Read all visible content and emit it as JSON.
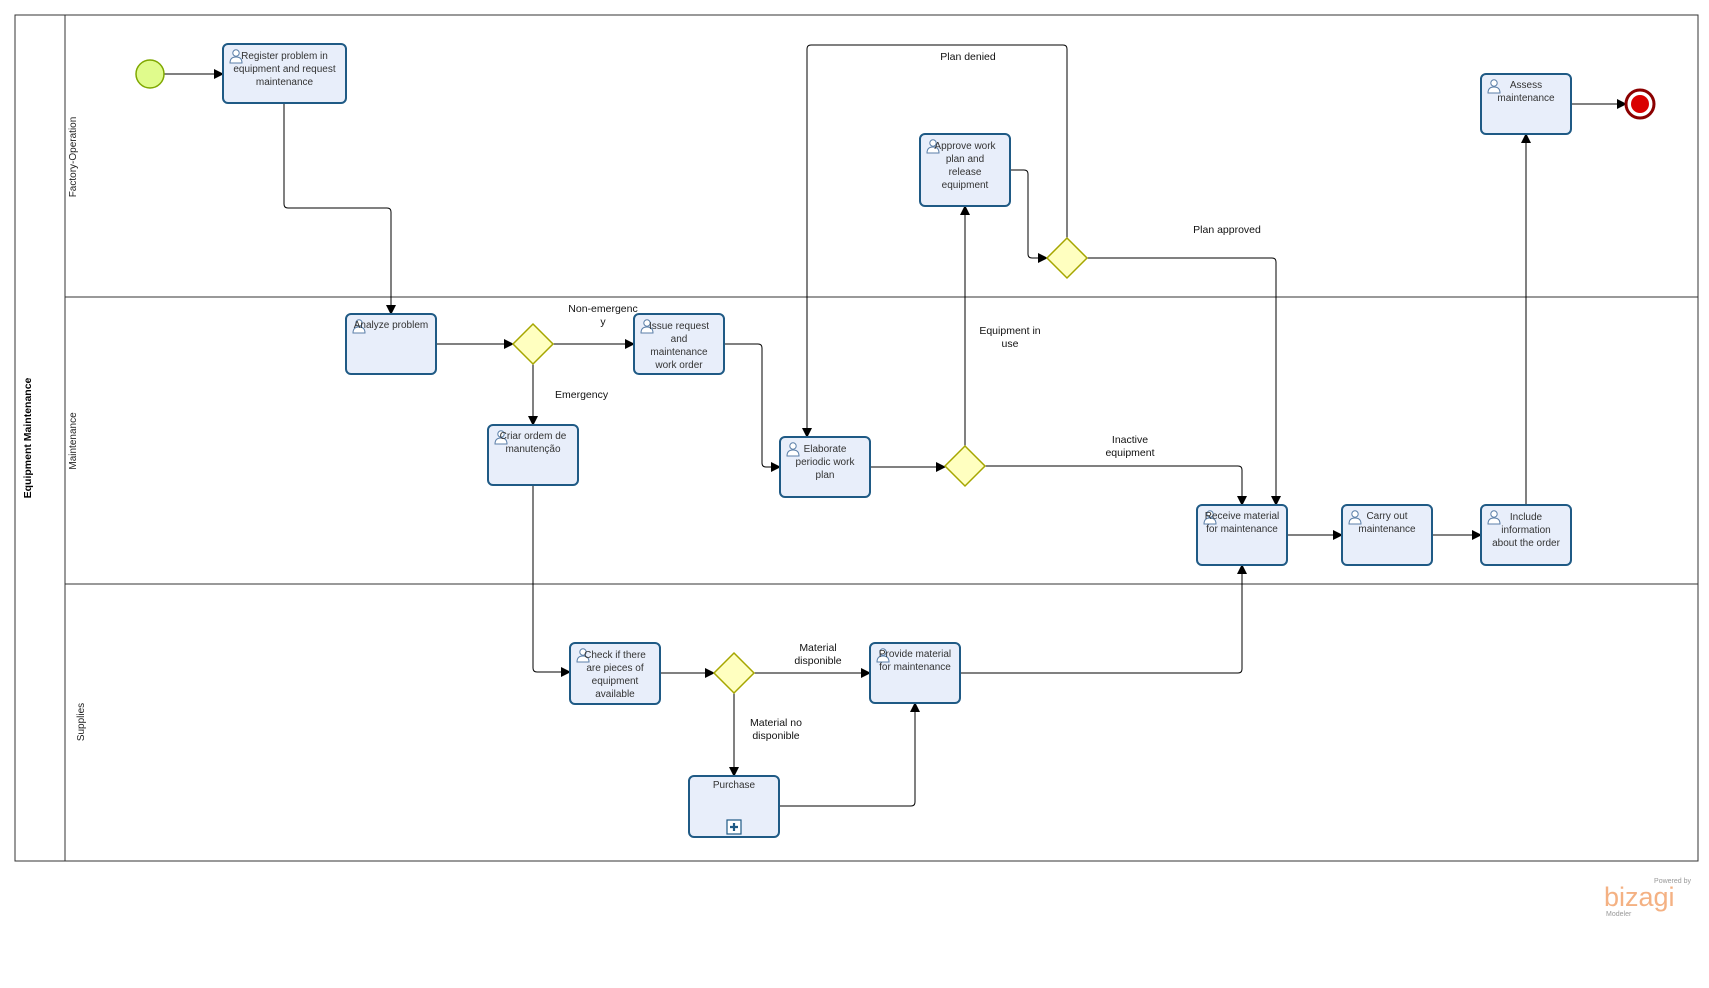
{
  "pool": {
    "name": "Equipment Maintenance"
  },
  "lanes": [
    {
      "id": "factory",
      "name": "Factory-Operation"
    },
    {
      "id": "maintenance",
      "name": "Maintenance"
    },
    {
      "id": "supplies",
      "name": "Supplies"
    }
  ],
  "events": [
    {
      "id": "start",
      "type": "start"
    },
    {
      "id": "end",
      "type": "end"
    }
  ],
  "tasks": [
    {
      "id": "register",
      "lane": "factory",
      "user_task": true,
      "lines": [
        "Register problem in",
        "equipment and request",
        "maintenance"
      ]
    },
    {
      "id": "approve",
      "lane": "factory",
      "user_task": true,
      "lines": [
        "Approve work",
        "plan and",
        "release",
        "equipment"
      ]
    },
    {
      "id": "assess",
      "lane": "factory",
      "user_task": true,
      "lines": [
        "Assess",
        "maintenance"
      ]
    },
    {
      "id": "analyze",
      "lane": "maintenance",
      "user_task": true,
      "lines": [
        "Analyze problem"
      ]
    },
    {
      "id": "issue",
      "lane": "maintenance",
      "user_task": true,
      "lines": [
        "Issue request",
        "and",
        "maintenance",
        "work order"
      ]
    },
    {
      "id": "criar",
      "lane": "maintenance",
      "user_task": true,
      "lines": [
        "Criar ordem de",
        "manutenção"
      ]
    },
    {
      "id": "elaborate",
      "lane": "maintenance",
      "user_task": true,
      "lines": [
        "Elaborate",
        "periodic work",
        "plan"
      ]
    },
    {
      "id": "receive",
      "lane": "maintenance",
      "user_task": true,
      "lines": [
        "Receive material",
        "for maintenance"
      ]
    },
    {
      "id": "carry",
      "lane": "maintenance",
      "user_task": true,
      "lines": [
        "Carry out",
        "maintenance"
      ]
    },
    {
      "id": "include",
      "lane": "maintenance",
      "user_task": true,
      "lines": [
        "Include",
        "information",
        "about the order"
      ]
    },
    {
      "id": "check",
      "lane": "supplies",
      "user_task": true,
      "lines": [
        "Check if there",
        "are pieces of",
        "equipment",
        "available"
      ]
    },
    {
      "id": "provide",
      "lane": "supplies",
      "user_task": true,
      "lines": [
        "Provide material",
        "for maintenance"
      ]
    },
    {
      "id": "purchase",
      "lane": "supplies",
      "user_task": false,
      "subprocess": true,
      "lines": [
        "Purchase"
      ]
    }
  ],
  "gateways": [
    {
      "id": "gw_plan"
    },
    {
      "id": "gw_emergency"
    },
    {
      "id": "gw_equipment"
    },
    {
      "id": "gw_material"
    }
  ],
  "flows": [
    {
      "id": "f1",
      "from": "start",
      "to": "register",
      "label": []
    },
    {
      "id": "f2",
      "from": "register",
      "to": "analyze",
      "label": []
    },
    {
      "id": "f3",
      "from": "analyze",
      "to": "gw_emergency",
      "label": []
    },
    {
      "id": "f4",
      "from": "gw_emergency",
      "to": "issue",
      "label": [
        "Non-emergenc",
        "y"
      ]
    },
    {
      "id": "f5",
      "from": "gw_emergency",
      "to": "criar",
      "label": [
        "Emergency"
      ]
    },
    {
      "id": "f6",
      "from": "issue",
      "to": "elaborate",
      "label": []
    },
    {
      "id": "f7",
      "from": "elaborate",
      "to": "gw_equipment",
      "label": []
    },
    {
      "id": "f8",
      "from": "gw_equipment",
      "to": "approve",
      "label": [
        "Equipment in",
        "use"
      ]
    },
    {
      "id": "f9",
      "from": "gw_equipment",
      "to": "receive",
      "label": [
        "Inactive",
        "equipment"
      ]
    },
    {
      "id": "f10",
      "from": "approve",
      "to": "gw_plan",
      "label": []
    },
    {
      "id": "f11",
      "from": "gw_plan",
      "to": "elaborate",
      "label": [
        "Plan denied"
      ]
    },
    {
      "id": "f12",
      "from": "gw_plan",
      "to": "receive",
      "label": [
        "Plan approved"
      ]
    },
    {
      "id": "f13",
      "from": "criar",
      "to": "check",
      "label": []
    },
    {
      "id": "f14",
      "from": "check",
      "to": "gw_material",
      "label": []
    },
    {
      "id": "f15",
      "from": "gw_material",
      "to": "provide",
      "label": [
        "Material",
        "disponible"
      ]
    },
    {
      "id": "f16",
      "from": "gw_material",
      "to": "purchase",
      "label": [
        "Material no",
        "disponible"
      ]
    },
    {
      "id": "f17",
      "from": "purchase",
      "to": "provide",
      "label": []
    },
    {
      "id": "f18",
      "from": "provide",
      "to": "receive",
      "label": []
    },
    {
      "id": "f19",
      "from": "receive",
      "to": "carry",
      "label": []
    },
    {
      "id": "f20",
      "from": "carry",
      "to": "include",
      "label": []
    },
    {
      "id": "f21",
      "from": "include",
      "to": "assess",
      "label": []
    },
    {
      "id": "f22",
      "from": "assess",
      "to": "end",
      "label": []
    }
  ],
  "branding": {
    "powered": "Powered by",
    "name": "bizagi",
    "product": "Modeler"
  },
  "colors": {
    "task_fill": "#e8eefa",
    "task_stroke": "#1f5a85",
    "gateway_fill": "#ffffc0",
    "gateway_stroke": "#a6a600",
    "start_fill": "#e0fb8c",
    "start_stroke": "#7fa800",
    "end_fill": "#d90000",
    "end_stroke": "#8b0000",
    "logo": "#f4b183"
  }
}
